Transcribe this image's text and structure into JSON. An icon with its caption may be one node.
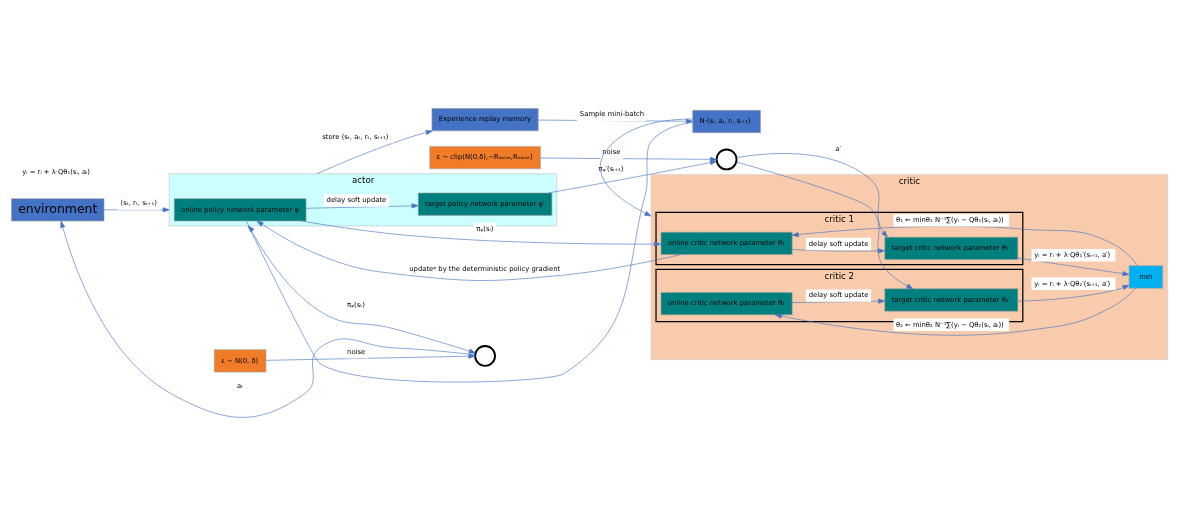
{
  "diagram": {
    "nodes": [
      {
        "text": [
          "critic"
        ]
      },
      {
        "text": [
          "critic 1"
        ],
        "in": 0
      },
      {
        "text": [
          "online critic network parameter θ₁"
        ],
        "in": 1
      },
      {
        "text": [
          "target critic network parameter θ₁′"
        ],
        "in": 1
      },
      {
        "text": [
          "critic 2"
        ],
        "in": 0
      },
      {
        "text": [
          "online critic network parameter θ₂"
        ],
        "in": 4
      },
      {
        "text": [
          "target critic network parameter θ₂′"
        ],
        "in": 4
      },
      {
        "text": [
          "min"
        ],
        "in": 0
      },
      {
        "text": [
          "actor"
        ]
      },
      {
        "text": [
          "online policy network parameter φ"
        ],
        "in": 8
      },
      {
        "text": [
          "target policy network parameter φ′"
        ],
        "in": 8
      },
      {
        "text": [
          "ε ~ N(0, δ)"
        ]
      },
      {
        "text": [],
        "shape": "circle"
      },
      {
        "text": [
          "environment"
        ]
      },
      {
        "text": [],
        "shape": "circle"
      },
      {
        "text": [
          "ε ~ clip(N(0,δ),−Rₙₒᵢₛₑ,Rₙₒᵢₛₑ)"
        ]
      },
      {
        "text": [
          "Experience replay memory"
        ]
      },
      {
        "text": [
          "N·(sᵢ, aᵢ, rᵢ, sᵢ₊₁)"
        ]
      }
    ],
    "edges": [
      {
        "from": 11,
        "to": 12,
        "arrow": "to",
        "label": "noise"
      },
      {
        "from": 9,
        "to": 12,
        "arrow": "to",
        "label": "πᵩ(sₜ)"
      },
      {
        "from": 12,
        "to": 13,
        "arrow": "to",
        "label": "aₜ"
      },
      {
        "from": 13,
        "to": 8,
        "arrow": "to",
        "label": "(sₜ, rₜ, sₜ₊₁)"
      },
      {
        "from": 2,
        "to": 9,
        "arrow": "to",
        "label": "updateᵠ by the deterministic policy gradient"
      },
      {
        "from": 9,
        "to": 10,
        "arrow": "to",
        "label": "delay soft update"
      },
      {
        "from": 9,
        "to": 2,
        "arrow": "to",
        "label": "πᵩ(sᵢ)"
      },
      {
        "from": 10,
        "to": 14,
        "arrow": "to",
        "label": "πᵩ′(sᵢ₊₁)"
      },
      {
        "from": 15,
        "to": 14,
        "arrow": "to",
        "label": "noise"
      },
      {
        "from": 14,
        "to": 3,
        "arrow": "to",
        "label": "a′"
      },
      {
        "from": 14,
        "to": 6,
        "arrow": "to"
      },
      {
        "from": 8,
        "to": 16,
        "arrow": "to",
        "label": "store (sₜ, aₜ, rₜ, sₜ₊₁)"
      },
      {
        "from": 16,
        "to": 17,
        "arrow": "to",
        "label": "Sample mini-batch"
      },
      {
        "from": 17,
        "to": 8,
        "arrow": "to"
      },
      {
        "from": 17,
        "to": 0,
        "arrow": "to"
      },
      {
        "from": 2,
        "to": 3,
        "arrow": "to",
        "label": "delay soft update"
      },
      {
        "from": 5,
        "to": 6,
        "arrow": "to",
        "label": "delay soft update"
      },
      {
        "from": 3,
        "to": 7,
        "arrow": "to",
        "label": "yᵢ = rᵢ + λ·Qθ₁′(sᵢ₊₁, a′)"
      },
      {
        "from": 6,
        "to": 7,
        "arrow": "to",
        "label": "yᵢ = rᵢ + λ·Qθ₂′(sᵢ₊₁, a′)"
      },
      {
        "from": 7,
        "to": 2,
        "arrow": "to",
        "label": "θ₁ ← minθ₁ N⁻¹∑(yᵢ − Qθ₁(sᵢ, aᵢ))"
      },
      {
        "from": 7,
        "to": 5,
        "arrow": "to",
        "label": "θ₂ ← minθ₂ N⁻¹∑(yᵢ − Qθ₂(sᵢ, aᵢ))"
      }
    ],
    "labels": [
      "yᵢ = rᵢ + λ·Qθ₁(sᵢ, aᵢ)"
    ]
  }
}
